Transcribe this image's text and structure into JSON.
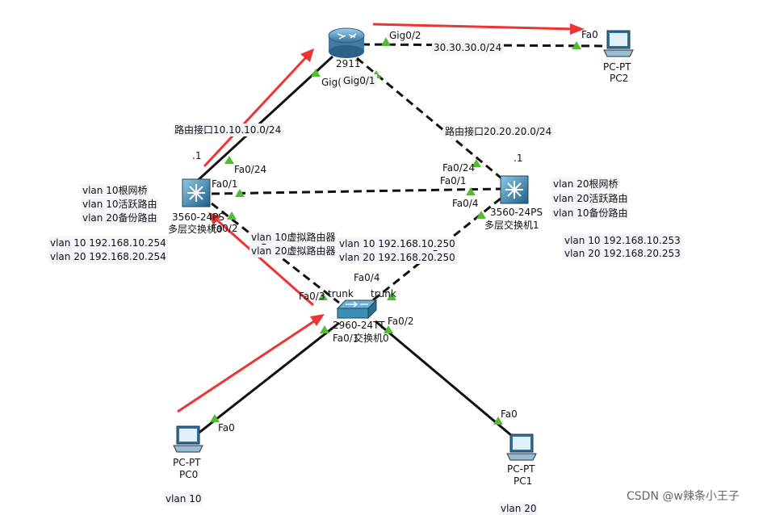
{
  "devices": {
    "router": {
      "model": "2911",
      "port_a": "Gig0/2",
      "port_b": "Gig0/1",
      "port_c": "Gig("
    },
    "pc2": {
      "model": "PC-PT",
      "name": "PC2",
      "port": "Fa0"
    },
    "ms0": {
      "model": "3560-24PS",
      "name": "多层交换机0",
      "port_fa024": "Fa0/24",
      "port_fa01": "Fa0/1",
      "port_fa02": "Fa0/2",
      "ip_suffix": ".1"
    },
    "ms1": {
      "model": "3560-24PS",
      "name": "多层交换机1",
      "port_fa024": "Fa0/24",
      "port_fa01": "Fa0/1",
      "port_fa04": "Fa0/4",
      "ip_suffix": ".1"
    },
    "sw": {
      "model": "2960-24TT",
      "name": "交换机0",
      "port_fa03": "Fa0/3",
      "port_fa04": "Fa0/4",
      "port_fa01": "Fa0/1",
      "port_fa02": "Fa0/2",
      "trunk_left": "trunk",
      "trunk_right": "trunk"
    },
    "pc0": {
      "model": "PC-PT",
      "name": "PC0",
      "port": "Fa0",
      "vlan": "vlan 10"
    },
    "pc1": {
      "model": "PC-PT",
      "name": "PC1",
      "port": "Fa0",
      "vlan": "vlan 20"
    }
  },
  "links": {
    "router_pc2_net": "30.30.30.0/24",
    "router_ms0_net": "路由接口10.10.10.0/24",
    "router_ms1_net": "路由接口20.20.20.0/24"
  },
  "annotations": {
    "ms0_roles": [
      "vlan 10根网桥",
      "vlan 10活跃路由",
      "vlan 20备份路由"
    ],
    "ms0_ips": [
      "vlan 10 192.168.10.254",
      "vlan 20 192.168.20.254"
    ],
    "ms1_roles": [
      "vlan 20根网桥",
      "vlan 20活跃路由",
      "vlan 10备份路由"
    ],
    "ms1_ips": [
      "vlan 10 192.168.10.253",
      "vlan 20 192.168.20.253"
    ],
    "virtual_router": [
      "vlan 10虚拟路由器",
      "vlan 20虚拟路由器"
    ],
    "virtual_ips": [
      "vlan 10 192.168.10.250",
      "vlan 20 192.168.20.250"
    ]
  },
  "watermark": "CSDN @w辣条小王子",
  "colors": {
    "link": "#111111",
    "arrow": "#ee3333",
    "port_up": "#55bb33",
    "router": "#4f8fb8",
    "switch": "#3a8fb5"
  }
}
